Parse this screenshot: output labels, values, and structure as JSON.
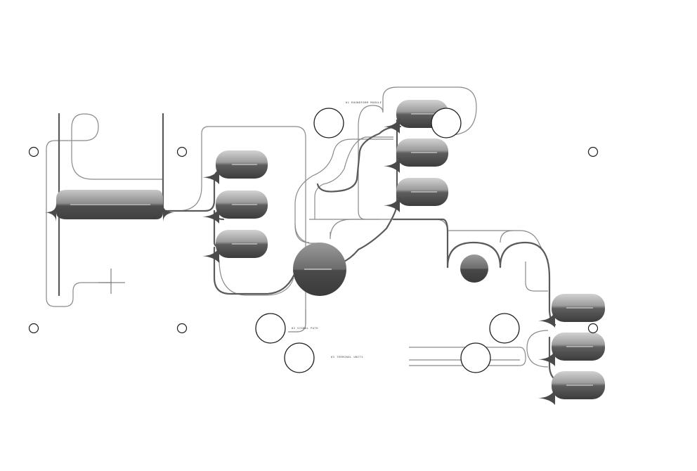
{
  "labels": {
    "top": "01 ROUNDFORM MODULE",
    "mid": "02 SIGNAL PATH",
    "low": "03 TERMINAL UNITS"
  },
  "colors": {
    "background": "#ffffff",
    "line": "#8a8a8a",
    "line_dark": "#2a2a2a",
    "shade_light": "#b4b4b4",
    "shade_dark": "#3a3a3a"
  }
}
